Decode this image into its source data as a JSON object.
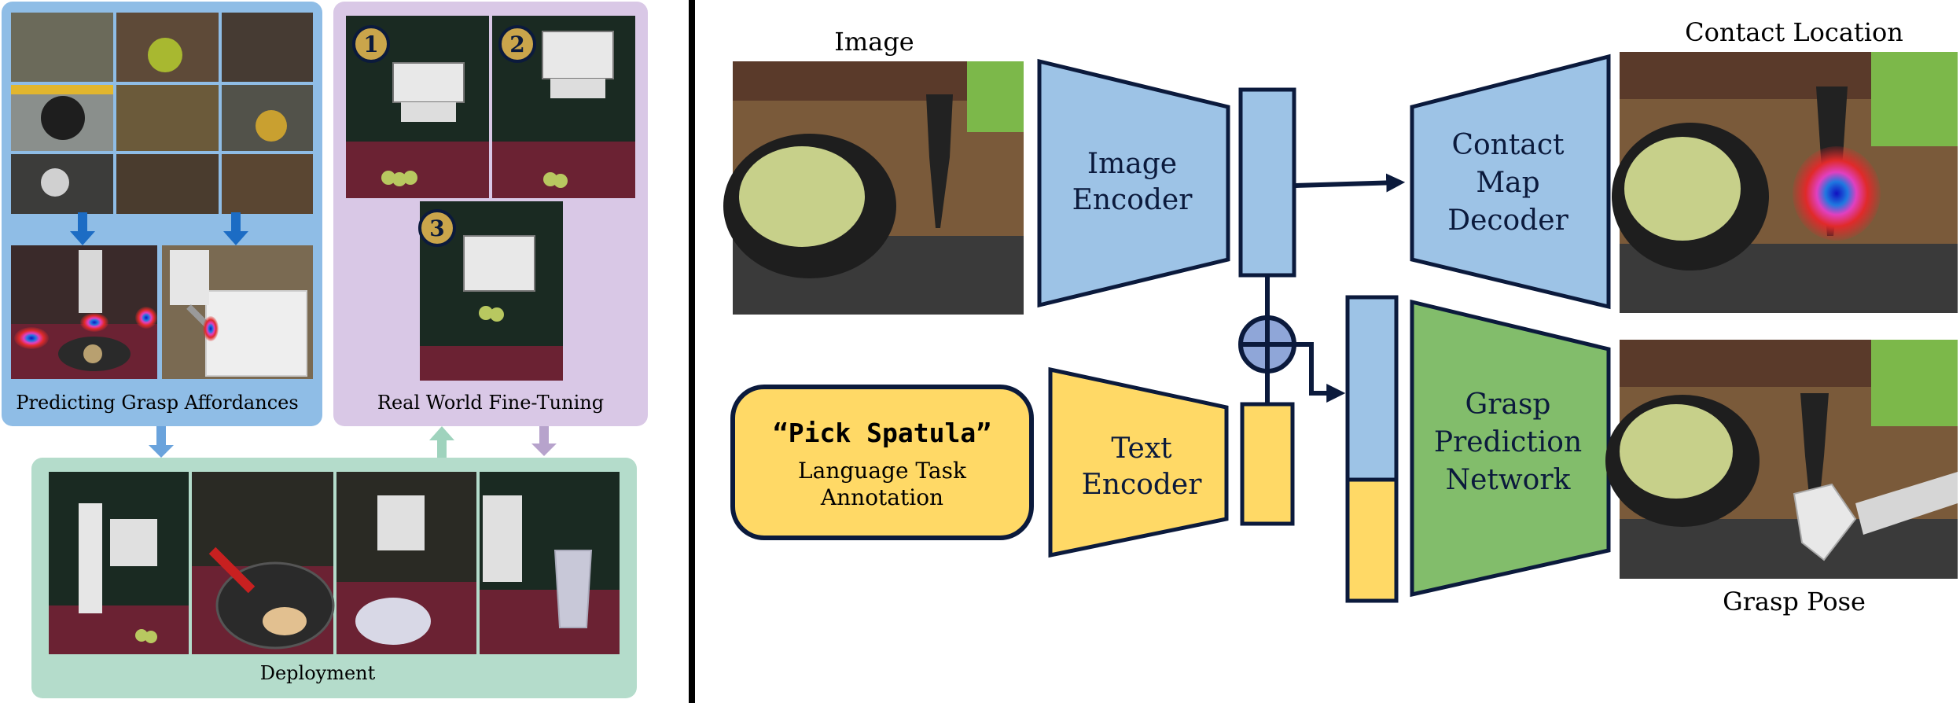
{
  "colors": {
    "blue_block": "#9dc3e6",
    "yellow_block": "#ffd966",
    "green_block": "#82bd6b",
    "navy_outline": "#0b1a3c",
    "panel_blue": "#8fbde6",
    "panel_purple": "#d9c8e6",
    "panel_green": "#b4dccb",
    "arrow_blue": "#1c6cc4",
    "badge_gold": "#caa54b"
  },
  "left_panel": {
    "affordances_label": "Predicting Grasp Affordances",
    "finetune_label": "Real World Fine-Tuning",
    "deployment_label": "Deployment",
    "step_badges": [
      "1",
      "2",
      "3"
    ]
  },
  "pipeline": {
    "image_label": "Image",
    "image_encoder": [
      "Image",
      "Encoder"
    ],
    "contact_map_decoder": [
      "Contact",
      "Map",
      "Decoder"
    ],
    "contact_location_label": "Contact Location",
    "text_encoder": [
      "Text",
      "Encoder"
    ],
    "task_quote": "“Pick Spatula”",
    "task_annotation": [
      "Language Task",
      "Annotation"
    ],
    "grasp_prediction_network": [
      "Grasp",
      "Prediction",
      "Network"
    ],
    "grasp_pose_label": "Grasp Pose"
  }
}
